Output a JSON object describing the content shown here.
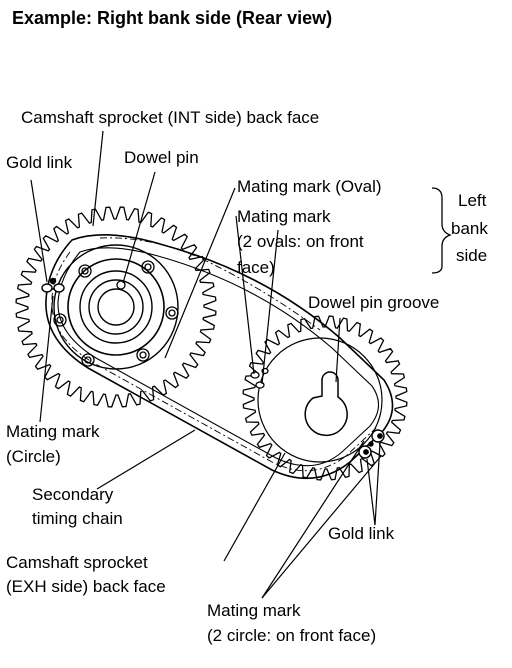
{
  "title": "Example: Right bank side (Rear view)",
  "labels": {
    "cam_int": "Camshaft sprocket (INT side) back face",
    "gold_link_top": "Gold link",
    "dowel_pin": "Dowel pin",
    "mating_oval": "Mating mark (Oval)",
    "mating_2oval_1": "Mating mark",
    "mating_2oval_2": "(2 ovals: on front",
    "mating_2oval_3": "face)",
    "left_bank_1": "Left",
    "left_bank_2": "bank",
    "left_bank_3": "side",
    "dowel_groove": "Dowel pin groove",
    "mating_circle_1": "Mating mark",
    "mating_circle_2": "(Circle)",
    "chain_1": "Secondary",
    "chain_2": "timing chain",
    "gold_link_right": "Gold link",
    "cam_exh_1": "Camshaft sprocket",
    "cam_exh_2": "(EXH side) back face",
    "mating_2circ_1": "Mating mark",
    "mating_2circ_2": "(2 circle: on front face)"
  },
  "colors": {
    "ink": "#000000",
    "paper": "#ffffff"
  }
}
